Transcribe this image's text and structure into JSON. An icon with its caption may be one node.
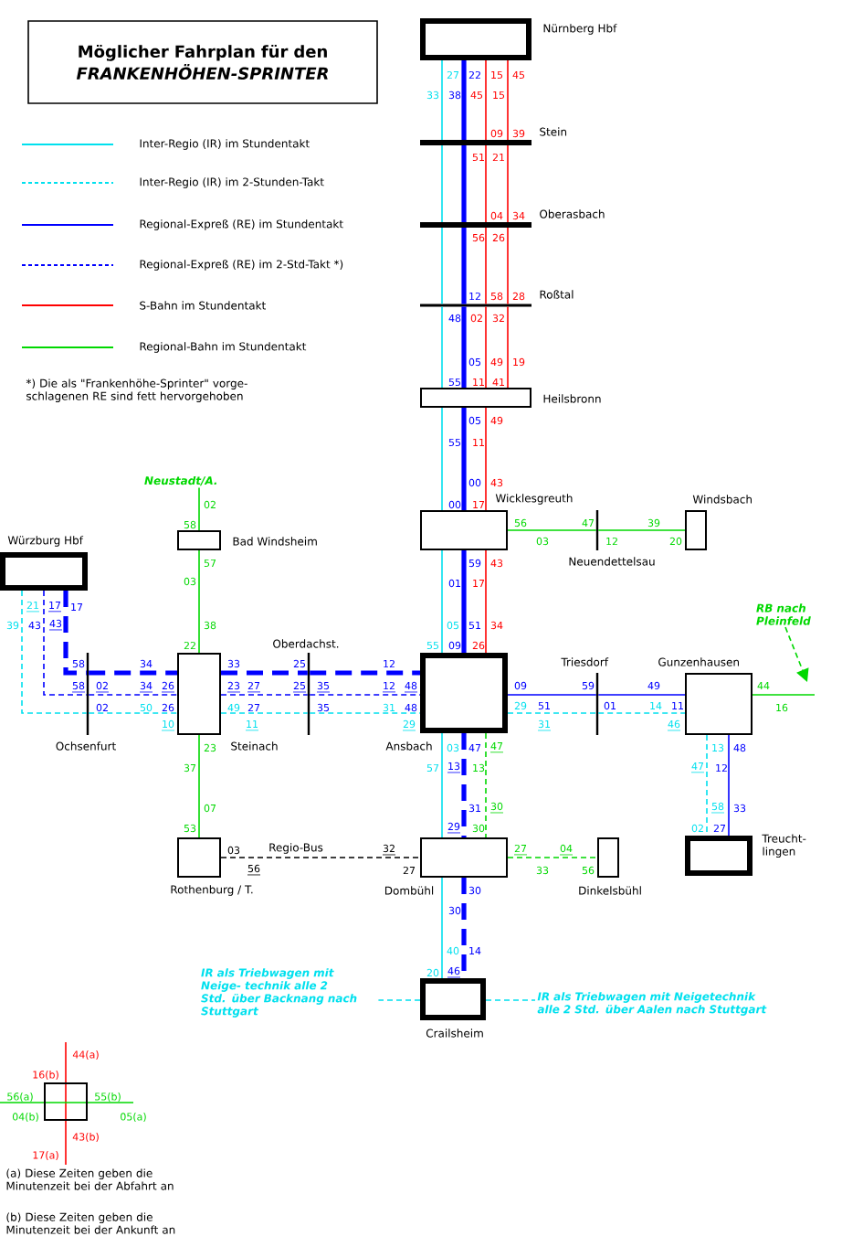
{
  "diagram": {
    "title": "Möglicher Fahrplan für den *FRANKENHÖHEN-SPRINTER*",
    "nodes": [
      {
        "text": [
          "Nürnberg Hbf"
        ]
      },
      {
        "text": [
          "Stein"
        ]
      },
      {
        "text": [
          "Oberasbach"
        ]
      },
      {
        "text": [
          "Roßtal"
        ]
      },
      {
        "text": [
          "Heilsbronn"
        ]
      },
      {
        "text": [
          "Wicklesgreuth"
        ]
      },
      {
        "text": [
          "Neuendettelsau"
        ]
      },
      {
        "text": [
          "Windsbach"
        ]
      },
      {
        "text": [
          "Neustadt/A."
        ]
      },
      {
        "text": [
          "Bad Windsheim"
        ]
      },
      {
        "text": [
          "Würzburg Hbf"
        ]
      },
      {
        "text": [
          "Ochsenfurt"
        ]
      },
      {
        "text": [
          "Steinach"
        ]
      },
      {
        "text": [
          "Oberdachst."
        ]
      },
      {
        "text": [
          "Ansbach"
        ]
      },
      {
        "text": [
          "Triesdorf"
        ]
      },
      {
        "text": [
          "Gunzenhausen"
        ]
      },
      {
        "text": [
          "RB nach Pleinfeld"
        ]
      },
      {
        "text": [
          "Treucht- lingen"
        ]
      },
      {
        "text": [
          "Rothenburg / T."
        ]
      },
      {
        "text": [
          "Dombühl"
        ]
      },
      {
        "text": [
          "Dinkelsbühl"
        ]
      },
      {
        "text": [
          "Crailsheim"
        ]
      },
      {
        "text": [
          "IR als Triebwagen mit Neige- technik alle 2 Std. über Backnang nach Stuttgart"
        ]
      },
      {
        "text": [
          "IR als Triebwagen mit Neigetechnik alle 2 Std. über Aalen nach Stuttgart"
        ]
      },
      {
        "text": [],
        "shape": "box",
        "beside": [
          "44(a)",
          "16(b)",
          "56(a)",
          "55(b)",
          "04(b)",
          "05(a)",
          "43(b)",
          "17(a)"
        ]
      }
    ],
    "edges": [
      {
        "from": 0,
        "to": 1,
        "arrow": "none",
        "color": "#00e0ee"
      },
      {
        "from": 0,
        "to": 1,
        "arrow": "none",
        "style": "thick"
      },
      {
        "from": 0,
        "to": 1,
        "arrow": "none",
        "color": "#ff0000"
      },
      {
        "from": 0,
        "to": 1,
        "arrow": "none",
        "color": "#ff0000"
      },
      {
        "from": 1,
        "to": 2,
        "arrow": "none",
        "color": "#00e0ee"
      },
      {
        "from": 1,
        "to": 2,
        "arrow": "none",
        "style": "thick"
      },
      {
        "from": 1,
        "to": 2,
        "arrow": "none",
        "color": "#ff0000"
      },
      {
        "from": 1,
        "to": 2,
        "arrow": "none",
        "color": "#ff0000"
      },
      {
        "from": 2,
        "to": 3,
        "arrow": "none",
        "color": "#00e0ee"
      },
      {
        "from": 2,
        "to": 3,
        "arrow": "none",
        "style": "thick"
      },
      {
        "from": 2,
        "to": 3,
        "arrow": "none",
        "color": "#ff0000"
      },
      {
        "from": 2,
        "to": 3,
        "arrow": "none",
        "color": "#ff0000"
      },
      {
        "from": 3,
        "to": 4,
        "arrow": "none",
        "color": "#00e0ee"
      },
      {
        "from": 3,
        "to": 4,
        "arrow": "none",
        "style": "thick"
      },
      {
        "from": 3,
        "to": 4,
        "arrow": "none",
        "color": "#ff0000"
      },
      {
        "from": 3,
        "to": 4,
        "arrow": "none",
        "color": "#ff0000"
      },
      {
        "from": 4,
        "to": 5,
        "arrow": "none",
        "color": "#00e0ee"
      },
      {
        "from": 4,
        "to": 5,
        "arrow": "none",
        "style": "thick"
      },
      {
        "from": 4,
        "to": 5,
        "arrow": "none",
        "color": "#ff0000"
      },
      {
        "from": 5,
        "to": 14,
        "arrow": "none",
        "color": "#00e0ee"
      },
      {
        "from": 5,
        "to": 14,
        "arrow": "none",
        "style": "thick"
      },
      {
        "from": 5,
        "to": 14,
        "arrow": "none",
        "color": "#ff0000"
      },
      {
        "from": 14,
        "to": 20,
        "arrow": "none",
        "color": "#00e0ee"
      },
      {
        "from": 14,
        "to": 20,
        "arrow": "none",
        "style": "dashed"
      },
      {
        "from": 20,
        "to": 22,
        "arrow": "none",
        "color": "#00e0ee"
      },
      {
        "from": 20,
        "to": 22,
        "arrow": "none",
        "style": "dashed"
      },
      {
        "from": 14,
        "to": 20,
        "arrow": "none",
        "style": "dashed",
        "color": "#00d800"
      },
      {
        "from": 20,
        "to": 21,
        "arrow": "none",
        "style": "dashed",
        "color": "#00d800"
      },
      {
        "from": 8,
        "to": 9,
        "arrow": "none",
        "color": "#00d800"
      },
      {
        "from": 9,
        "to": 12,
        "arrow": "none",
        "color": "#00d800"
      },
      {
        "from": 12,
        "to": 19,
        "arrow": "none",
        "color": "#00d800"
      },
      {
        "from": 5,
        "to": 6,
        "arrow": "none",
        "color": "#00d800"
      },
      {
        "from": 6,
        "to": 7,
        "arrow": "none",
        "color": "#00d800"
      },
      {
        "from": 10,
        "to": 11,
        "arrow": "none",
        "style": "dashed",
        "color": "#00e0ee"
      },
      {
        "from": 10,
        "to": 11,
        "arrow": "none",
        "style": "dashed"
      },
      {
        "from": 10,
        "to": 11,
        "arrow": "none",
        "style": "dashed"
      },
      {
        "from": 11,
        "to": 12,
        "arrow": "none",
        "style": "dashed"
      },
      {
        "from": 11,
        "to": 12,
        "arrow": "none",
        "style": "dashed"
      },
      {
        "from": 11,
        "to": 12,
        "arrow": "none",
        "style": "dashed",
        "color": "#00e0ee"
      },
      {
        "from": 12,
        "to": 13,
        "arrow": "none",
        "style": "dashed"
      },
      {
        "from": 12,
        "to": 13,
        "arrow": "none",
        "style": "dashed"
      },
      {
        "from": 12,
        "to": 13,
        "arrow": "none",
        "style": "dashed",
        "color": "#00e0ee"
      },
      {
        "from": 13,
        "to": 14,
        "arrow": "none",
        "style": "dashed"
      },
      {
        "from": 13,
        "to": 14,
        "arrow": "none",
        "style": "dashed"
      },
      {
        "from": 13,
        "to": 14,
        "arrow": "none",
        "style": "dashed",
        "color": "#00e0ee"
      },
      {
        "from": 14,
        "to": 15,
        "arrow": "none"
      },
      {
        "from": 14,
        "to": 15,
        "arrow": "none",
        "style": "dashed",
        "color": "#00e0ee"
      },
      {
        "from": 15,
        "to": 16,
        "arrow": "none"
      },
      {
        "from": 15,
        "to": 16,
        "arrow": "none",
        "style": "dashed",
        "color": "#00e0ee"
      },
      {
        "from": 16,
        "to": 18,
        "arrow": "none"
      },
      {
        "from": 16,
        "to": 18,
        "arrow": "none",
        "style": "dashed",
        "color": "#00e0ee"
      },
      {
        "from": 16,
        "to": null,
        "arrow": "none",
        "color": "#00d800"
      },
      {
        "from": 17,
        "to": null,
        "arrow": "to",
        "style": "dashed",
        "color": "#00d800"
      },
      {
        "from": 19,
        "to": 20,
        "arrow": "none",
        "label": "Regio-Bus",
        "style": "dashed",
        "color": "#000000"
      },
      {
        "from": 22,
        "to": 23,
        "arrow": "none",
        "style": "dashed",
        "color": "#00e0ee"
      },
      {
        "from": 22,
        "to": 24,
        "arrow": "none",
        "style": "dashed",
        "color": "#00e0ee"
      }
    ],
    "labels": [
      "*) Die als \"Frankenhöhe-Sprinter\" vorge- schlagenen RE sind fett hervorgehoben",
      "27",
      "22",
      "15",
      "45",
      "33",
      "38",
      "45",
      "15",
      "09",
      "39",
      "51",
      "21",
      "04",
      "34",
      "56",
      "26",
      "12",
      "58",
      "28",
      "48",
      "02",
      "32",
      "05",
      "49",
      "19",
      "55",
      "11",
      "41",
      "05",
      "49",
      "55",
      "11",
      "00",
      "43",
      "02",
      "00",
      "17",
      "58",
      "56",
      "47",
      "39",
      "03",
      "12",
      "20",
      "57",
      "59",
      "43",
      "03",
      "01",
      "17",
      "21",
      "17",
      "17",
      "39",
      "43",
      "43",
      "38",
      "05",
      "51",
      "34",
      "22",
      "55",
      "09",
      "26",
      "58",
      "34",
      "33",
      "25",
      "12",
      "58",
      "02",
      "34",
      "26",
      "23",
      "27",
      "25",
      "35",
      "12",
      "48",
      "09",
      "59",
      "49",
      "44",
      "02",
      "50",
      "26",
      "49",
      "27",
      "35",
      "31",
      "48",
      "29",
      "51",
      "01",
      "14",
      "11",
      "16",
      "10",
      "11",
      "29",
      "31",
      "46",
      "23",
      "03",
      "47",
      "47",
      "13",
      "48",
      "37",
      "57",
      "13",
      "13",
      "47",
      "12",
      "07",
      "31",
      "30",
      "58",
      "33",
      "53",
      "29",
      "30",
      "02",
      "27",
      "03",
      "32",
      "27",
      "04",
      "56",
      "27",
      "33",
      "56",
      "30",
      "30",
      "40",
      "14",
      "20",
      "46",
      "(a) Diese Zeiten geben die Minutenzeit bei der Abfahrt an",
      "(b) Diese Zeiten geben die Minutenzeit bei der Ankunft an"
    ],
    "legend": [
      {
        "text": "Inter-Regio (IR) im Stundentakt"
      },
      {
        "text": "Inter-Regio (IR) im 2-Stunden-Takt"
      },
      {
        "text": "Regional-Expreß (RE) im Stundentakt"
      },
      {
        "text": "Regional-Expreß (RE) im 2-Std-Takt *)"
      },
      {
        "text": "S-Bahn im Stundentakt"
      },
      {
        "text": "Regional-Bahn im Stundentakt"
      }
    ]
  }
}
